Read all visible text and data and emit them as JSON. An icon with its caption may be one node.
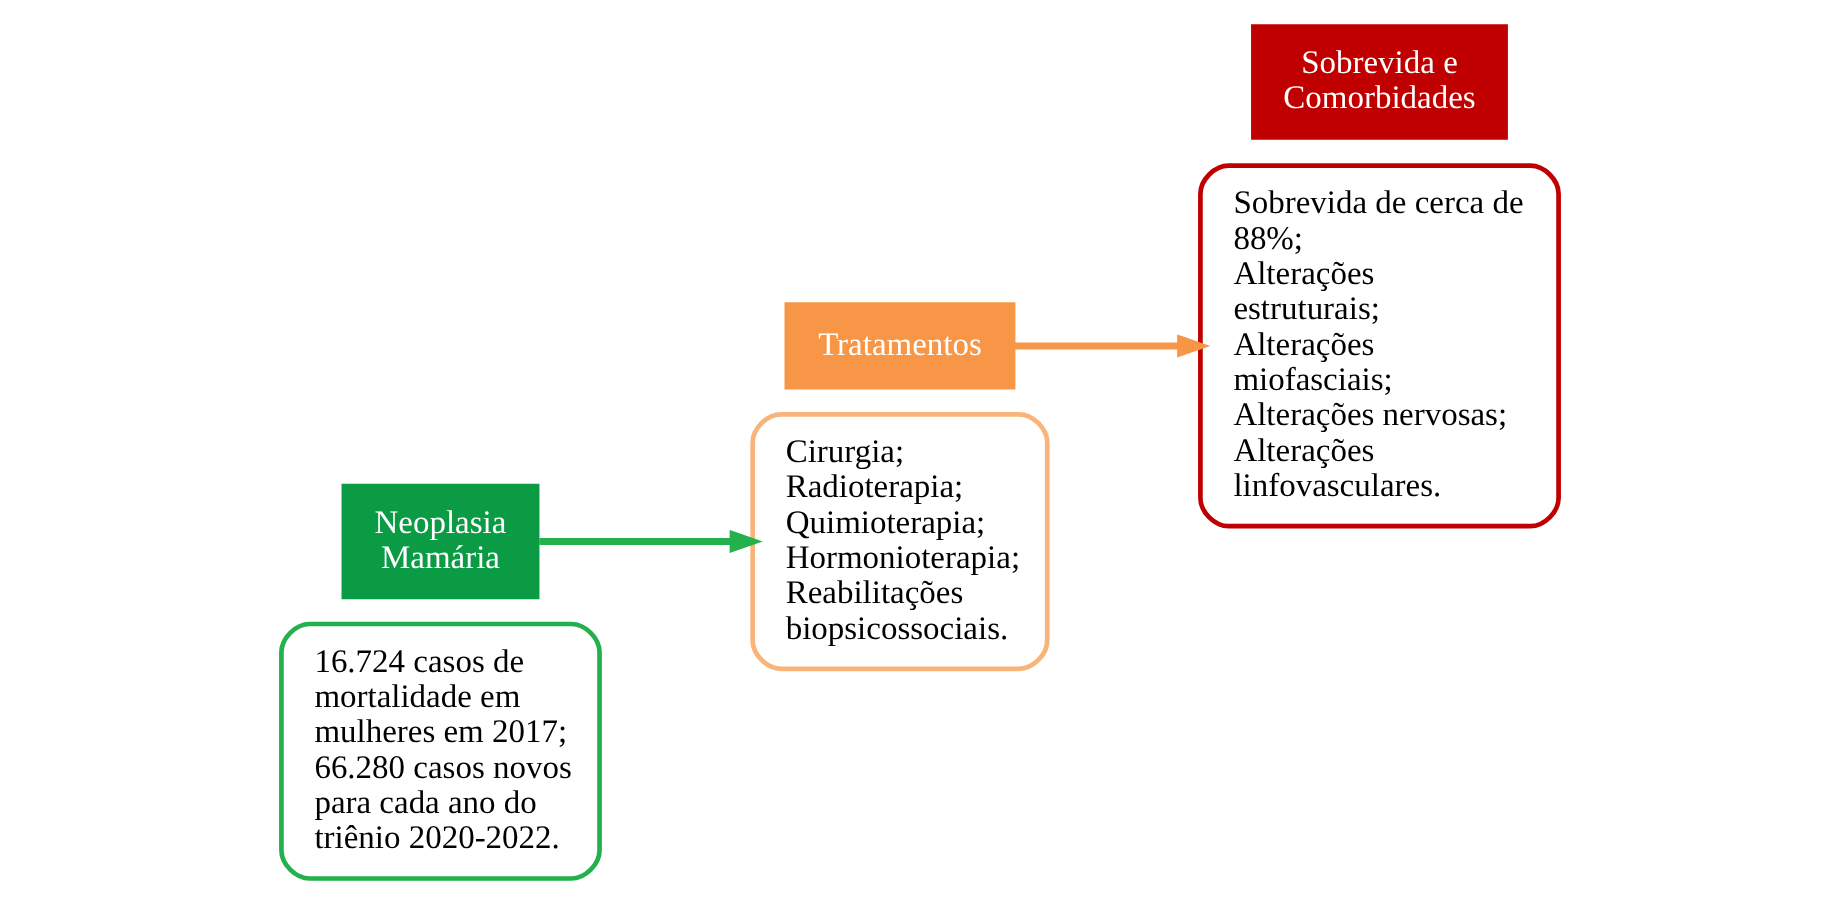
{
  "diagram": {
    "nodes": [
      {
        "text": [
          "16.724 casos de mortalidade em mulheres em 2017;",
          "66.280 casos novos para cada ano do triênio 2020-2022."
        ]
      },
      {
        "text": [
          "Neoplasia Mamária"
        ]
      },
      {
        "text": [
          "Cirurgia;",
          "Radioterapia;",
          "Quimioterapia;",
          "Hormonioterapia;",
          "Reabilitações biopsicossociais."
        ]
      },
      {
        "text": [
          "Tratamentos"
        ]
      },
      {
        "text": [
          "Sobrevida de cerca de  88%;",
          "Alterações estruturais;",
          "Alterações miofasciais;",
          "Alterações nervosas;",
          "Alterações linfovasculares."
        ]
      },
      {
        "text": [
          "Sobrevida e Comorbidades"
        ]
      }
    ],
    "edges": [
      {
        "from": 1,
        "to": 2,
        "arrow": "to",
        "color": "#22b14c"
      },
      {
        "from": 3,
        "to": 4,
        "arrow": "to",
        "color": "#f79646"
      }
    ]
  }
}
